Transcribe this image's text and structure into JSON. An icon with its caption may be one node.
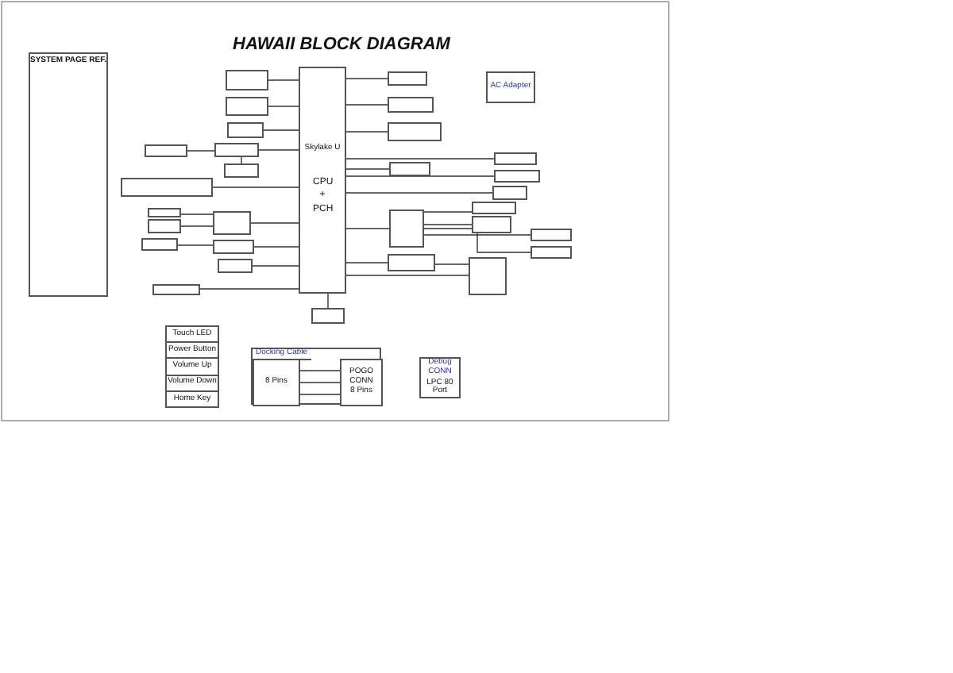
{
  "diagram": {
    "title": "HAWAII  BLOCK DIAGRAM",
    "nodes": [
      {
        "text": [
          "SYSTEM PAGE REF."
        ]
      },
      {
        "text": [
          "Skylake U",
          "CPU + PCH"
        ]
      },
      {
        "text": [],
        "shape": "box"
      },
      {
        "text": [],
        "shape": "box"
      },
      {
        "text": [],
        "shape": "box"
      },
      {
        "text": [],
        "shape": "box"
      },
      {
        "text": [],
        "shape": "box"
      },
      {
        "text": [],
        "shape": "box"
      },
      {
        "text": [],
        "shape": "box"
      },
      {
        "text": [],
        "shape": "box"
      },
      {
        "text": [],
        "shape": "box"
      },
      {
        "text": [],
        "shape": "box"
      },
      {
        "text": [],
        "shape": "box"
      },
      {
        "text": [],
        "shape": "box"
      },
      {
        "text": [],
        "shape": "box"
      },
      {
        "text": [],
        "shape": "box"
      },
      {
        "text": [],
        "shape": "box"
      },
      {
        "text": [],
        "shape": "box"
      },
      {
        "text": [],
        "shape": "box"
      },
      {
        "text": [],
        "shape": "box"
      },
      {
        "text": [],
        "shape": "box"
      },
      {
        "text": [],
        "shape": "box"
      },
      {
        "text": [],
        "shape": "box"
      },
      {
        "text": [],
        "shape": "box"
      },
      {
        "text": [
          "AC Adapter"
        ]
      },
      {
        "text": [],
        "shape": "box"
      },
      {
        "text": [],
        "shape": "box"
      },
      {
        "text": [],
        "shape": "box"
      },
      {
        "text": [],
        "shape": "box"
      },
      {
        "text": [],
        "shape": "box"
      },
      {
        "text": [],
        "shape": "box"
      },
      {
        "text": [],
        "shape": "box"
      },
      {
        "text": [
          "Touch LED",
          "Power Button",
          "Volume Up",
          "Volume Down",
          "Home Key"
        ]
      },
      {
        "text": [
          "Docking Cable"
        ]
      },
      {
        "text": [
          "8 Pins"
        ],
        "in": 33
      },
      {
        "text": [
          "POGO CONN",
          "8 Pins"
        ],
        "in": 33
      },
      {
        "text": [
          "Debug CONN",
          "LPC 80 Port"
        ]
      }
    ],
    "edges": [
      {
        "from": 2,
        "to": 1,
        "arrow": "none"
      },
      {
        "from": 3,
        "to": 1,
        "arrow": "none"
      },
      {
        "from": 4,
        "to": 1,
        "arrow": "none"
      },
      {
        "from": 6,
        "to": 1,
        "arrow": "none"
      },
      {
        "from": 5,
        "to": 6,
        "arrow": "none"
      },
      {
        "from": 7,
        "to": 6,
        "arrow": "none"
      },
      {
        "from": 8,
        "to": 1,
        "arrow": "none"
      },
      {
        "from": 9,
        "to": 11,
        "arrow": "none"
      },
      {
        "from": 10,
        "to": 11,
        "arrow": "none"
      },
      {
        "from": 11,
        "to": 1,
        "arrow": "none"
      },
      {
        "from": 12,
        "to": 13,
        "arrow": "none"
      },
      {
        "from": 13,
        "to": 1,
        "arrow": "none"
      },
      {
        "from": 14,
        "to": 1,
        "arrow": "none"
      },
      {
        "from": 15,
        "to": 1,
        "arrow": "none"
      },
      {
        "from": 1,
        "to": 16,
        "arrow": "none"
      },
      {
        "from": 1,
        "to": 17,
        "arrow": "none"
      },
      {
        "from": 1,
        "to": 18,
        "arrow": "none"
      },
      {
        "from": 1,
        "to": 19,
        "arrow": "none"
      },
      {
        "from": 1,
        "to": 20,
        "arrow": "none"
      },
      {
        "from": 1,
        "to": 21,
        "arrow": "none"
      },
      {
        "from": 1,
        "to": 22,
        "arrow": "none"
      },
      {
        "from": 21,
        "to": 22,
        "arrow": "none"
      },
      {
        "from": 1,
        "to": 23,
        "arrow": "none"
      },
      {
        "from": 1,
        "to": 25,
        "arrow": "none"
      },
      {
        "from": 1,
        "to": 26,
        "arrow": "none"
      },
      {
        "from": 1,
        "to": 27,
        "arrow": "none"
      },
      {
        "from": 20,
        "to": 28,
        "arrow": "none"
      },
      {
        "from": 20,
        "to": 29,
        "arrow": "none"
      },
      {
        "from": 20,
        "to": 30,
        "arrow": "none"
      },
      {
        "from": 20,
        "to": 31,
        "arrow": "none"
      },
      {
        "from": 34,
        "to": 35,
        "arrow": "none"
      },
      {
        "from": 34,
        "to": 35,
        "arrow": "none"
      },
      {
        "from": 34,
        "to": 35,
        "arrow": "none"
      }
    ]
  }
}
